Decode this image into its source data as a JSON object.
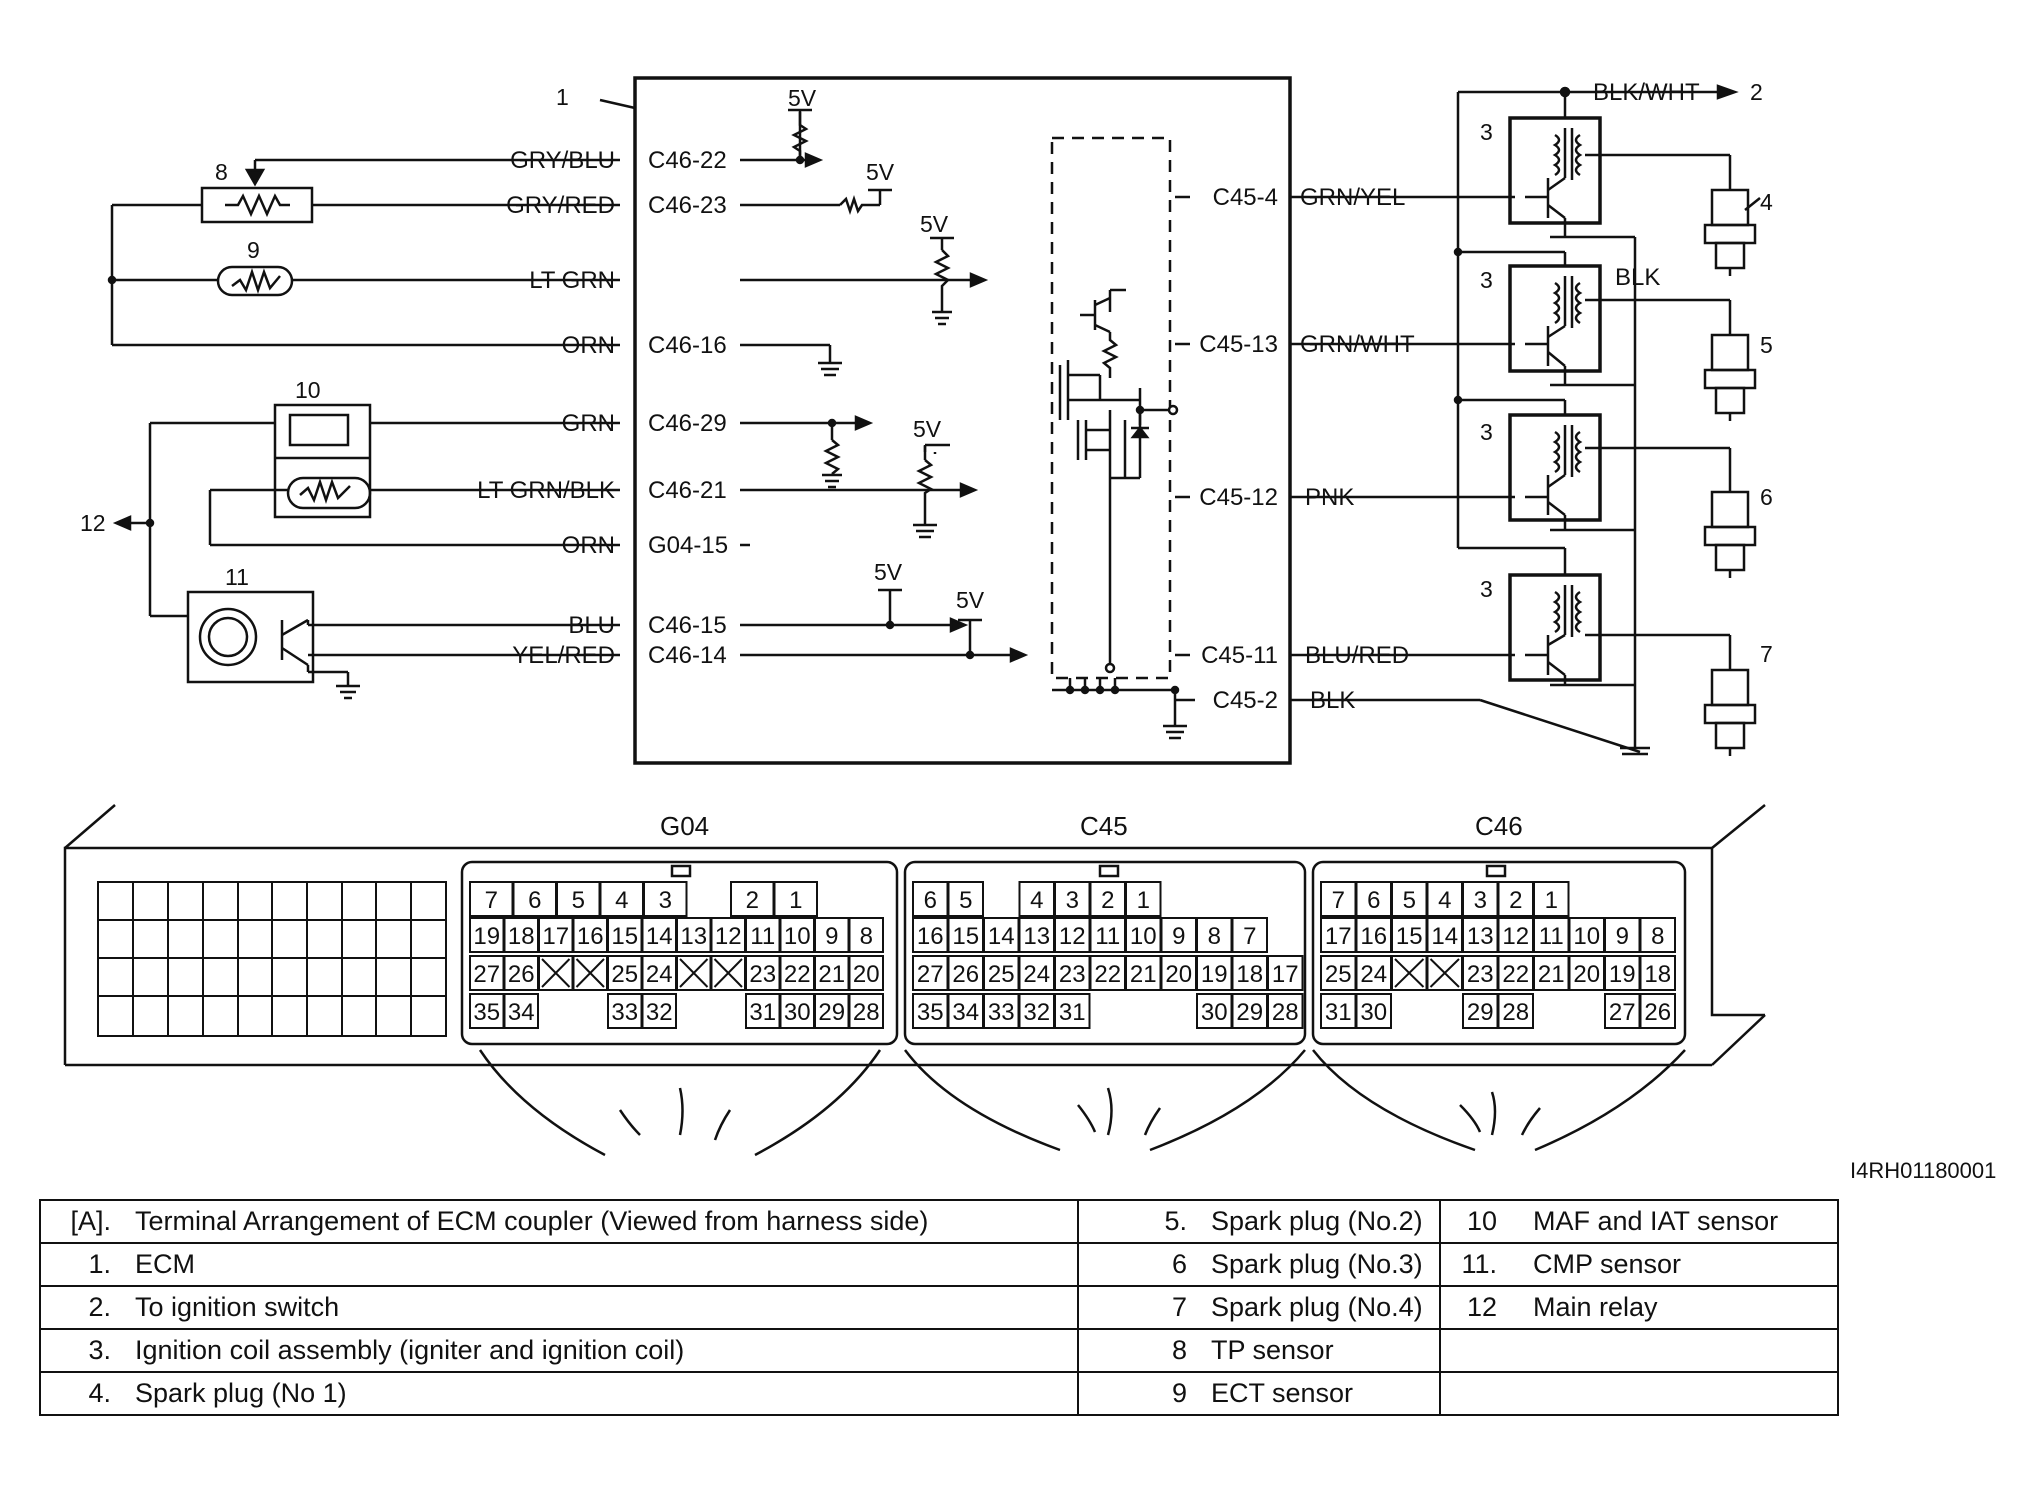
{
  "figure_id": "I4RH01180001",
  "labels": {
    "n1": "1",
    "n2": "2",
    "n3": "3",
    "n4": "4",
    "n5": "5",
    "n6": "6",
    "n7": "7",
    "n8": "8",
    "n9": "9",
    "n10": "10",
    "n11": "11",
    "n12": "12",
    "v5": "5V"
  },
  "wires": {
    "gry_blu": "GRY/BLU",
    "gry_red": "GRY/RED",
    "lt_grn": "LT GRN",
    "orn": "ORN",
    "grn": "GRN",
    "lt_grn_blk": "LT GRN/BLK",
    "blu": "BLU",
    "yel_red": "YEL/RED",
    "blk_wht": "BLK/WHT",
    "grn_yel": "GRN/YEL",
    "grn_wht": "GRN/WHT",
    "pnk": "PNK",
    "blu_red": "BLU/RED",
    "blk": "BLK"
  },
  "terminals": {
    "c46_22": "C46-22",
    "c46_23": "C46-23",
    "c46_16": "C46-16",
    "c46_29": "C46-29",
    "c46_21": "C46-21",
    "g04_15": "G04-15",
    "c46_15": "C46-15",
    "c46_14": "C46-14",
    "c45_4": "C45-4",
    "c45_13": "C45-13",
    "c45_12": "C45-12",
    "c45_11": "C45-11",
    "c45_2": "C45-2"
  },
  "couplers": {
    "g04": {
      "name": "G04",
      "rows": [
        [
          "7",
          "6",
          "5",
          "4",
          "3",
          "",
          "2",
          "1"
        ],
        [
          "19",
          "18",
          "17",
          "16",
          "15",
          "14",
          "13",
          "12",
          "11",
          "10",
          "9",
          "8"
        ],
        [
          "27",
          "26",
          "X",
          "X",
          "25",
          "24",
          "X",
          "X",
          "23",
          "22",
          "21",
          "20"
        ],
        [
          "35",
          "34",
          "",
          "",
          "33",
          "32",
          "",
          "",
          "31",
          "30",
          "29",
          "28"
        ]
      ]
    },
    "c45": {
      "name": "C45",
      "rows": [
        [
          "6",
          "5",
          "",
          "4",
          "3",
          "2",
          "1"
        ],
        [
          "16",
          "15",
          "14",
          "13",
          "12",
          "11",
          "10",
          "9",
          "8",
          "7"
        ],
        [
          "27",
          "26",
          "25",
          "24",
          "23",
          "22",
          "21",
          "20",
          "19",
          "18",
          "17"
        ],
        [
          "35",
          "34",
          "33",
          "32",
          "31",
          "",
          "",
          "",
          "30",
          "29",
          "28"
        ]
      ]
    },
    "c46": {
      "name": "C46",
      "rows": [
        [
          "7",
          "6",
          "5",
          "4",
          "3",
          "2",
          "1"
        ],
        [
          "17",
          "16",
          "15",
          "14",
          "13",
          "12",
          "11",
          "10",
          "9",
          "8"
        ],
        [
          "25",
          "24",
          "X",
          "X",
          "23",
          "22",
          "21",
          "20",
          "19",
          "18"
        ],
        [
          "31",
          "30",
          "",
          "",
          "29",
          "28",
          "",
          "",
          "27",
          "26"
        ]
      ]
    }
  },
  "legend": {
    "col1": [
      {
        "num": "[A].",
        "text": "Terminal Arrangement of ECM coupler (Viewed from harness side)"
      },
      {
        "num": "1.",
        "text": "ECM"
      },
      {
        "num": "2.",
        "text": "To ignition switch"
      },
      {
        "num": "3.",
        "text": "Ignition coil assembly (igniter and ignition coil)"
      },
      {
        "num": "4.",
        "text": "Spark plug (No 1)"
      }
    ],
    "col2": [
      {
        "num": "5.",
        "text": "Spark plug (No.2)"
      },
      {
        "num": "6",
        "text": "Spark plug (No.3)"
      },
      {
        "num": "7",
        "text": "Spark plug (No.4)"
      },
      {
        "num": "8",
        "text": "TP sensor"
      },
      {
        "num": "9",
        "text": "ECT sensor"
      }
    ],
    "col3": [
      {
        "num": "10",
        "text": "MAF and IAT sensor"
      },
      {
        "num": "11.",
        "text": "CMP sensor"
      },
      {
        "num": "12",
        "text": "Main relay"
      },
      {
        "num": "",
        "text": ""
      },
      {
        "num": "",
        "text": ""
      }
    ]
  }
}
